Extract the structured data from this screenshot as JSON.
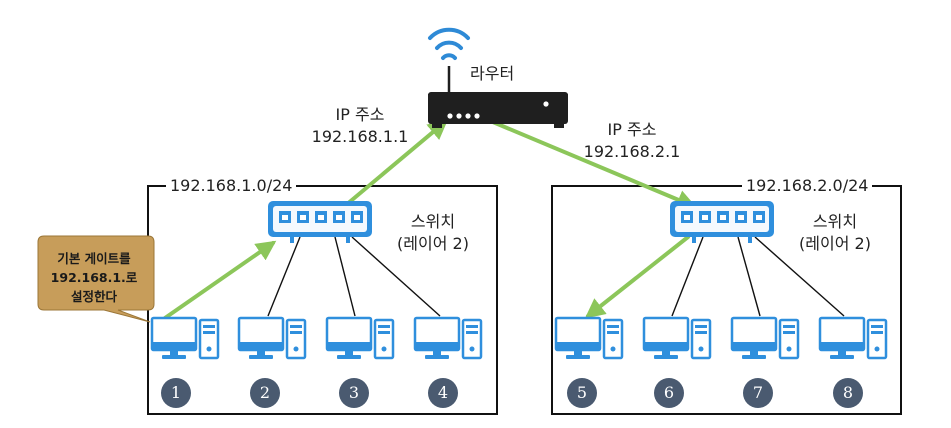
{
  "router": {
    "label": "라우터"
  },
  "ip_left": {
    "line1": "IP 주소",
    "line2": "192.168.1.1"
  },
  "ip_right": {
    "line1": "IP 주소",
    "line2": "192.168.2.1"
  },
  "network_left": {
    "subnet": "192.168.1.0/24",
    "switch_line1": "스위치",
    "switch_line2": "(레이어 2)"
  },
  "network_right": {
    "subnet": "192.168.2.0/24",
    "switch_line1": "스위치",
    "switch_line2": "(레이어 2)"
  },
  "callout": {
    "line1": "기본 게이트를",
    "line2": "192.168.1.로",
    "line3": "설정한다"
  },
  "computers": [
    "1",
    "2",
    "3",
    "4",
    "5",
    "6",
    "7",
    "8"
  ],
  "colors": {
    "device_blue": "#2f8fdd",
    "device_light": "#cfe6f8",
    "router_black": "#1f1f1f",
    "wifi_blue": "#2e8ad6",
    "arrow_green": "#8cc65a",
    "callout_fill": "#c79d5a",
    "number_badge": "#4a5a70"
  }
}
